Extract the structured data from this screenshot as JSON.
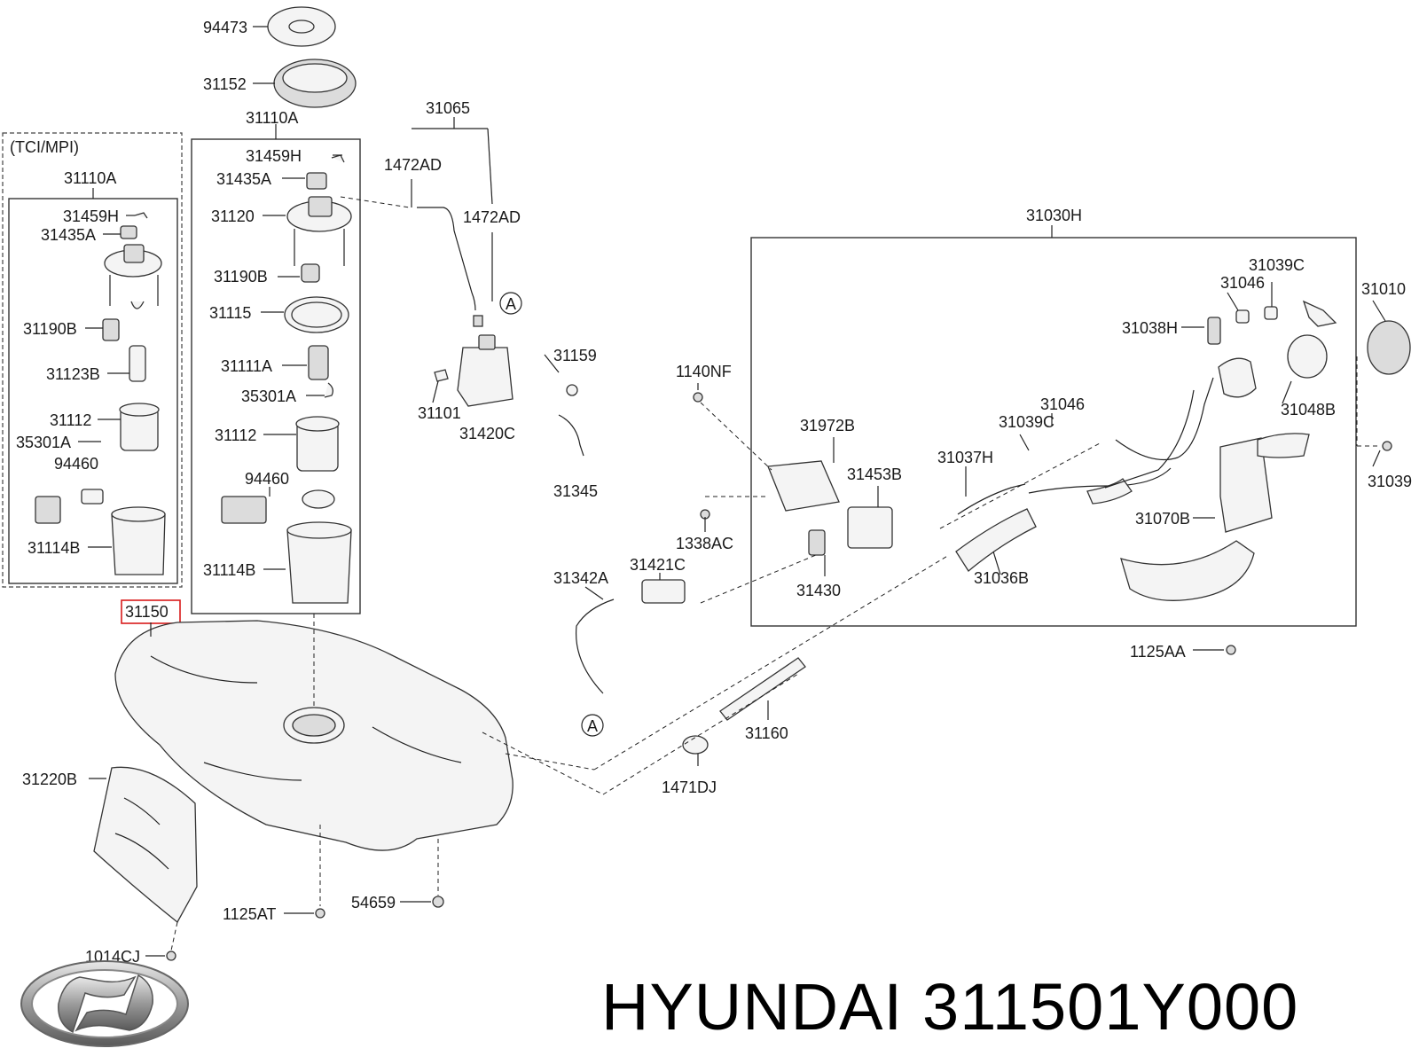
{
  "labels": {
    "l94473": "94473",
    "l31152": "31152",
    "l31110A_main": "31110A",
    "l31065": "31065",
    "l1472AD_1": "1472AD",
    "l1472AD_2": "1472AD",
    "l31459H_main": "31459H",
    "l31435A_main": "31435A",
    "l31120": "31120",
    "l31190B_main": "31190B",
    "l31115": "31115",
    "l31111A": "31111A",
    "l35301A_main": "35301A",
    "l31112_main": "31112",
    "l94460_main": "94460",
    "l31114B_main": "31114B",
    "tci_title": "(TCI/MPI)",
    "l31110A_tci": "31110A",
    "l31459H_tci": "31459H",
    "l31435A_tci": "31435A",
    "l31190B_tci": "31190B",
    "l31123B": "31123B",
    "l31112_tci": "31112",
    "l35301A_tci": "35301A",
    "l94460_tci": "94460",
    "l31114B_tci": "31114B",
    "l31150": "31150",
    "l31159": "31159",
    "l31101": "31101",
    "l31420C": "31420C",
    "l31345": "31345",
    "l1140NF": "1140NF",
    "l31030H": "31030H",
    "l31039C_top": "31039C",
    "l31046_top": "31046",
    "l31010": "31010",
    "l31038H": "31038H",
    "l31048B": "31048B",
    "l31972B": "31972B",
    "l31046_mid": "31046",
    "l31039C_mid": "31039C",
    "l31037H": "31037H",
    "l31453B": "31453B",
    "l1338AC": "1338AC",
    "l31039": "31039",
    "l31070B": "31070B",
    "l31342A": "31342A",
    "l31421C": "31421C",
    "l31430": "31430",
    "l31036B": "31036B",
    "l1125AA": "1125AA",
    "l31220B": "31220B",
    "l31160": "31160",
    "l1471DJ": "1471DJ",
    "l1125AT": "1125AT",
    "l54659": "54659",
    "l1014CJ": "1014CJ",
    "refA_top": "A",
    "refA_bottom": "A"
  },
  "brand": {
    "name": "HYUNDAI",
    "part_number": "311501Y000"
  },
  "colors": {
    "highlight": "#d81b1b",
    "line": "#222222"
  }
}
